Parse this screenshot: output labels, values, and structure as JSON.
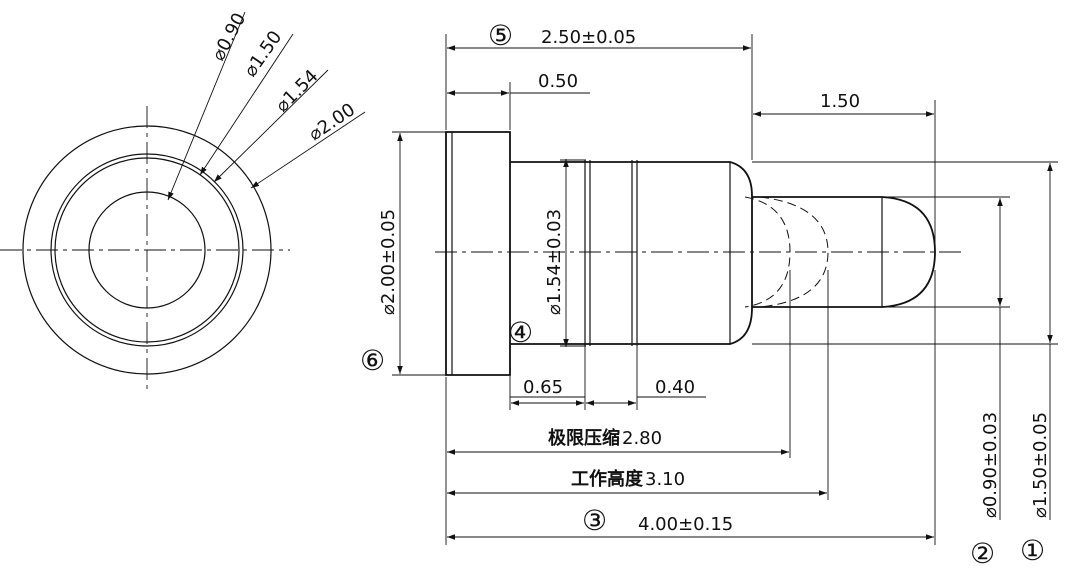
{
  "front_view": {
    "labels": {
      "d090": "⌀0.90",
      "d150": "⌀1.50",
      "d154": "⌀1.54",
      "d200": "⌀2.00"
    }
  },
  "side_view": {
    "dims": {
      "total_head": "2.50±0.05",
      "flange": "0.50",
      "tip": "1.50",
      "head_dia": "⌀2.00±0.05",
      "body_dia": "⌀1.54±0.03",
      "groove1": "0.65",
      "groove2": "0.40",
      "limit_label": "极限压缩",
      "limit_value": "2.80",
      "work_label": "工作高度",
      "work_value": "3.10",
      "total_len": "4.00±0.15",
      "plunger_dia": "⌀0.90±0.03",
      "barrel_dia": "⌀1.50±0.05"
    },
    "callouts": {
      "c1": "①",
      "c2": "②",
      "c3": "③",
      "c4": "④",
      "c5": "⑤",
      "c6": "⑥"
    }
  }
}
